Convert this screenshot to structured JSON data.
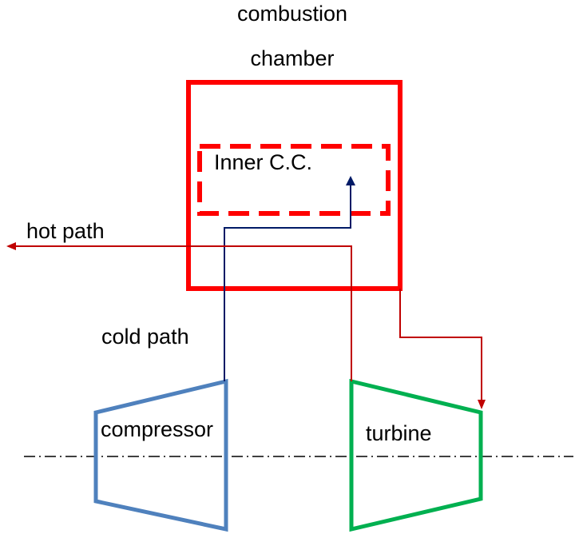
{
  "labels": {
    "combustion_chamber_line1": "combustion",
    "combustion_chamber_line2": "chamber",
    "inner_cc": "Inner C.C.",
    "hot_path": "hot path",
    "cold_path": "cold path",
    "compressor": "compressor",
    "turbine": "turbine"
  },
  "colors": {
    "combustion_chamber": "#ff0000",
    "hot_path": "#c00000",
    "cold_path": "#001a66",
    "compressor": "#4f81bd",
    "turbine": "#00b050",
    "axis_line": "#000000"
  }
}
